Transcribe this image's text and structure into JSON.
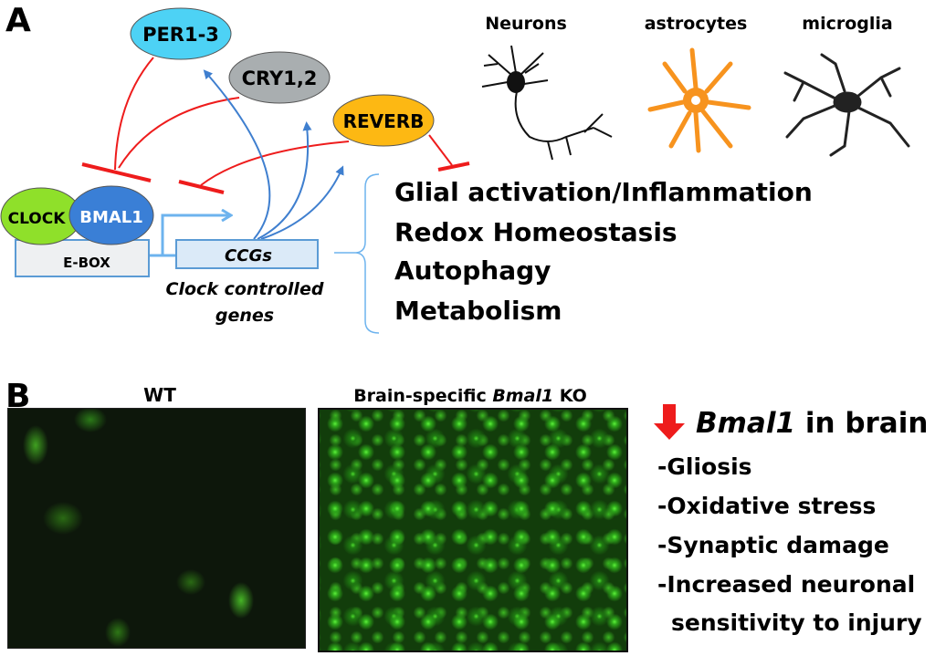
{
  "panel_a": {
    "label": "A",
    "nodes": {
      "per": "PER1-3",
      "cry": "CRY1,2",
      "reverb": "REVERB",
      "clock": "CLOCK",
      "bmal1": "BMAL1",
      "ebox": "E-BOX",
      "ccgs": "CCGs"
    },
    "ccg_caption": [
      "Clock controlled",
      "genes"
    ],
    "processes": [
      "Glial activation/Inflammation",
      "Redox Homeostasis",
      "Autophagy",
      "Metabolism"
    ],
    "cell_types": [
      "Neurons",
      "astrocytes",
      "microglia"
    ],
    "colors": {
      "per": "#4dd2f5",
      "cry": "#a9aeb0",
      "reverb": "#fdb813",
      "clock": "#8fe02a",
      "bmal1": "#3a7fd6",
      "inhibit": "#ee1c1c",
      "activate": "#3f7fcf"
    }
  },
  "panel_b": {
    "label": "B",
    "wt_title": "WT",
    "ko_title_pre": "Brain-specific ",
    "ko_title_gene": "Bmal1",
    "ko_title_post": " KO",
    "summary_gene": "Bmal1",
    "summary_rest": " in brain",
    "effects": [
      "-Gliosis",
      "-Oxidative stress",
      "-Synaptic damage",
      "-Increased neuronal",
      "sensitivity to injury"
    ]
  }
}
